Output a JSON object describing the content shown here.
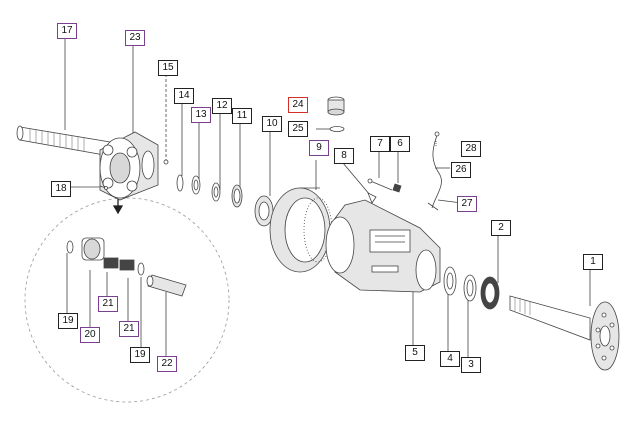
{
  "colors": {
    "line": "#444444",
    "box_black": "#222222",
    "box_purple": "#7b3f8f",
    "box_red": "#d4302a",
    "part_fill": "#ffffff",
    "part_shade": "#d8d8d8"
  },
  "callouts": [
    {
      "label": "17",
      "style": "purple"
    },
    {
      "label": "23",
      "style": "purple"
    },
    {
      "label": "15",
      "style": "black"
    },
    {
      "label": "14",
      "style": "black"
    },
    {
      "label": "13",
      "style": "purple"
    },
    {
      "label": "12",
      "style": "black"
    },
    {
      "label": "11",
      "style": "black"
    },
    {
      "label": "10",
      "style": "black"
    },
    {
      "label": "24",
      "style": "red"
    },
    {
      "label": "25",
      "style": "black"
    },
    {
      "label": "9",
      "style": "purple"
    },
    {
      "label": "8",
      "style": "black"
    },
    {
      "label": "7",
      "style": "black"
    },
    {
      "label": "6",
      "style": "black"
    },
    {
      "label": "28",
      "style": "black"
    },
    {
      "label": "26",
      "style": "black"
    },
    {
      "label": "27",
      "style": "purple"
    },
    {
      "label": "18",
      "style": "black"
    },
    {
      "label": "2",
      "style": "black"
    },
    {
      "label": "1",
      "style": "black"
    },
    {
      "label": "19",
      "style": "black"
    },
    {
      "label": "20",
      "style": "purple"
    },
    {
      "label": "21",
      "style": "purple"
    },
    {
      "label": "21",
      "style": "purple"
    },
    {
      "label": "19",
      "style": "black"
    },
    {
      "label": "22",
      "style": "purple"
    },
    {
      "label": "5",
      "style": "black"
    },
    {
      "label": "4",
      "style": "black"
    },
    {
      "label": "3",
      "style": "black"
    }
  ]
}
